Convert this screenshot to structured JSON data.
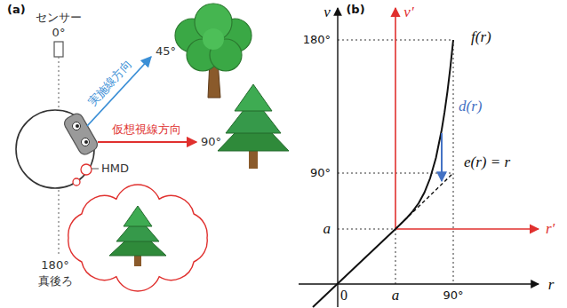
{
  "diagram": {
    "labels": [
      "(a)",
      "センサー",
      "0°",
      "45°",
      "実施線方向",
      "90°",
      "仮想視線方向",
      "HMD",
      "180°",
      "真後ろ",
      "(b)",
      "v",
      "v′",
      "180°",
      "f(r)",
      "d(r)",
      "e(r) = r",
      "90°",
      "a",
      "r′",
      "0",
      "a",
      "90°",
      "r"
    ]
  }
}
